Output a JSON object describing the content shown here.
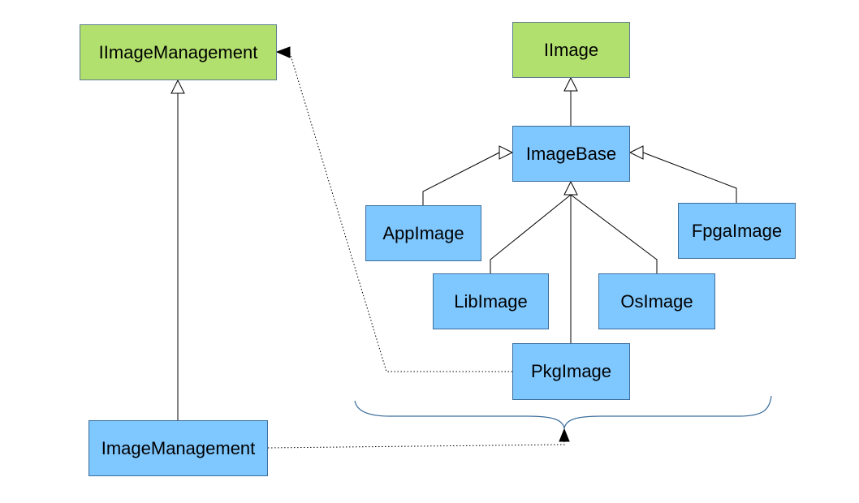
{
  "nodes": {
    "iimagemanagement": "IImageManagement",
    "iimage": "IImage",
    "imagebase": "ImageBase",
    "appimage": "AppImage",
    "fpgaimage": "FpgaImage",
    "libimage": "LibImage",
    "osimage": "OsImage",
    "pkgimage": "PkgImage",
    "imagemanagement": "ImageManagement"
  },
  "colors": {
    "interface_fill": "#b2e06e",
    "class_fill": "#7fc7ff",
    "class_border": "#3c6e9c",
    "brace": "#3c6e9c",
    "line": "#000000"
  },
  "relations": [
    {
      "type": "generalization",
      "from": "ImageManagement",
      "to": "IImageManagement"
    },
    {
      "type": "generalization",
      "from": "ImageBase",
      "to": "IImage"
    },
    {
      "type": "generalization",
      "from": "AppImage",
      "to": "ImageBase"
    },
    {
      "type": "generalization",
      "from": "FpgaImage",
      "to": "ImageBase"
    },
    {
      "type": "generalization",
      "from": "LibImage",
      "to": "ImageBase"
    },
    {
      "type": "generalization",
      "from": "OsImage",
      "to": "ImageBase"
    },
    {
      "type": "generalization",
      "from": "PkgImage",
      "to": "ImageBase"
    },
    {
      "type": "dependency",
      "from": "PkgImage",
      "to": "IImageManagement"
    },
    {
      "type": "dependency",
      "from": "ImageManagement",
      "to": "image-classes-group"
    }
  ]
}
